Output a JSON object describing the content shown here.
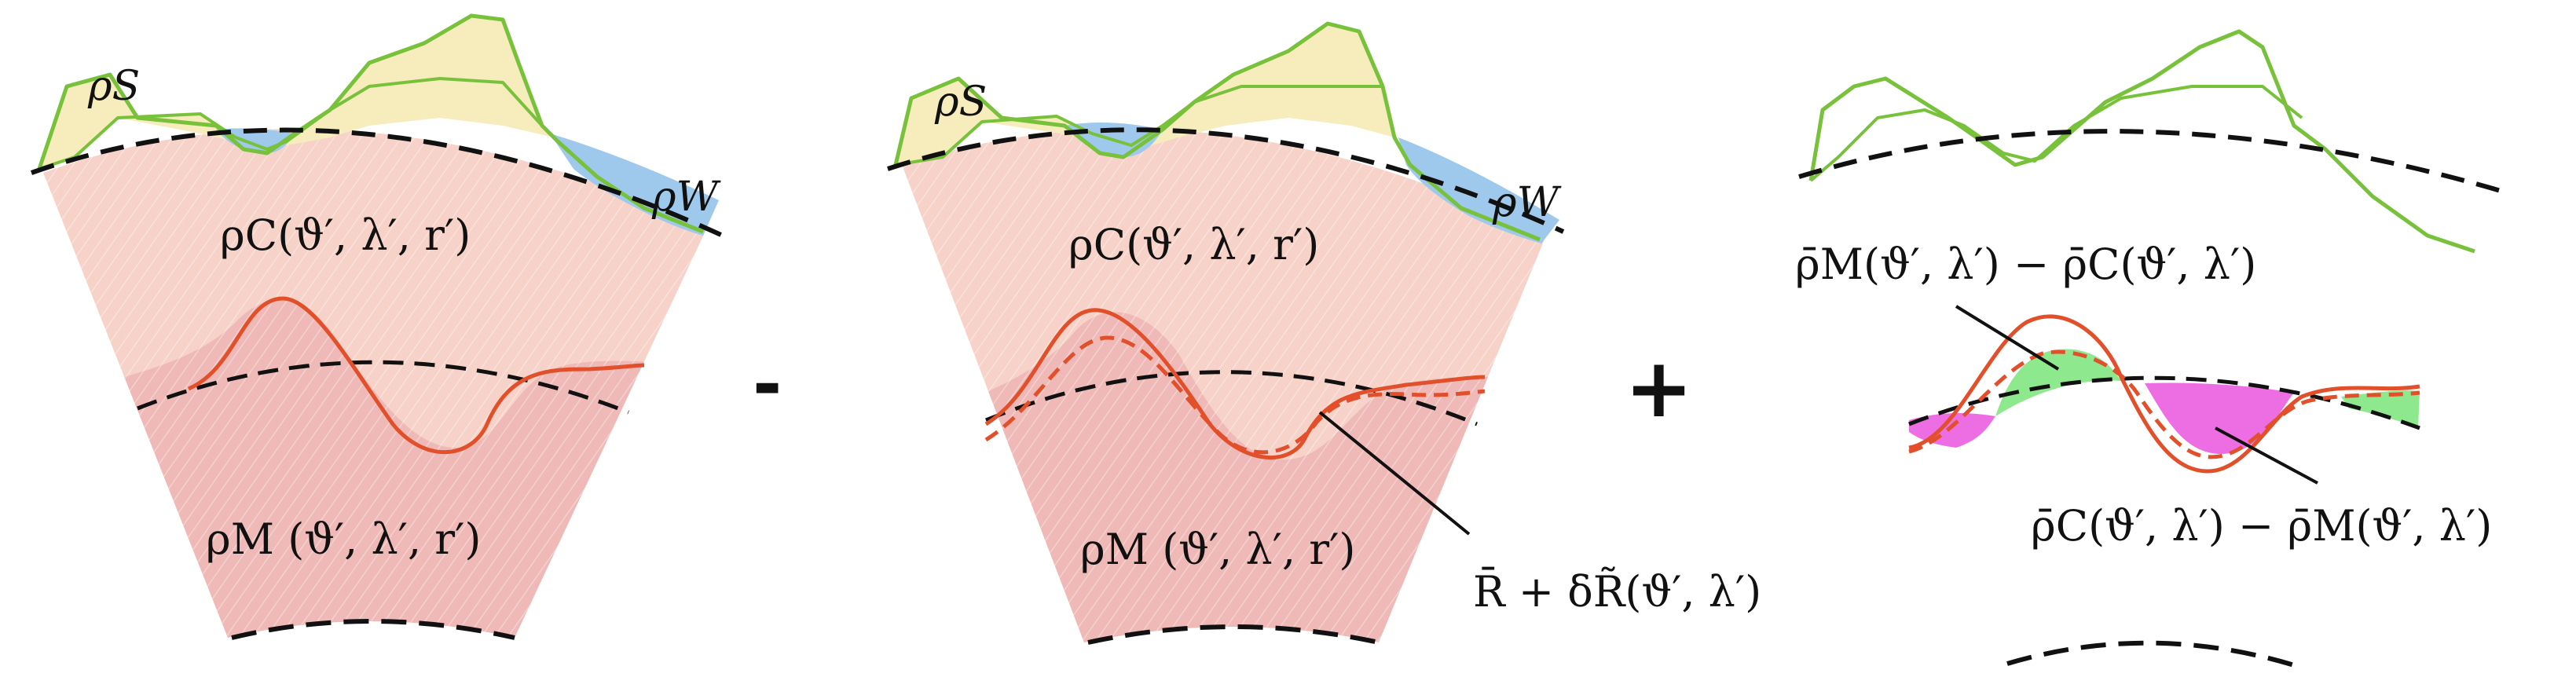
{
  "panels": [
    {
      "id": "left",
      "labels": {
        "rho_s": "ρS",
        "rho_w": "ρW",
        "rho_c": "ρC(ϑ′, λ′, r′)",
        "rho_m": "ρM (ϑ′, λ′, r′)"
      }
    },
    {
      "id": "middle",
      "labels": {
        "rho_s": "ρS",
        "rho_w": "ρW",
        "rho_c": "ρC(ϑ′, λ′, r′)",
        "rho_m": "ρM (ϑ′, λ′, r′)",
        "moho": "R̄ + δR̃(ϑ′, λ′)"
      }
    },
    {
      "id": "right",
      "labels": {
        "mantle_minus_crust": "ρ̄M(ϑ′, λ′) − ρ̄C(ϑ′, λ′)",
        "crust_minus_mantle": "ρ̄C(ϑ′, λ′) − ρ̄M(ϑ′, λ′)"
      }
    }
  ],
  "operators": {
    "minus": "-",
    "plus": "+"
  },
  "colors": {
    "crust": "#f6d2c8",
    "mantle": "#eeb9b6",
    "sediment": "#f7ecbc",
    "water": "#9ec9ec",
    "topography": "#78c13a",
    "moho": "#e2502b",
    "positive_anomaly": "#8ee88e",
    "negative_anomaly": "#ec6ee2",
    "reference_dash": "#111111"
  }
}
